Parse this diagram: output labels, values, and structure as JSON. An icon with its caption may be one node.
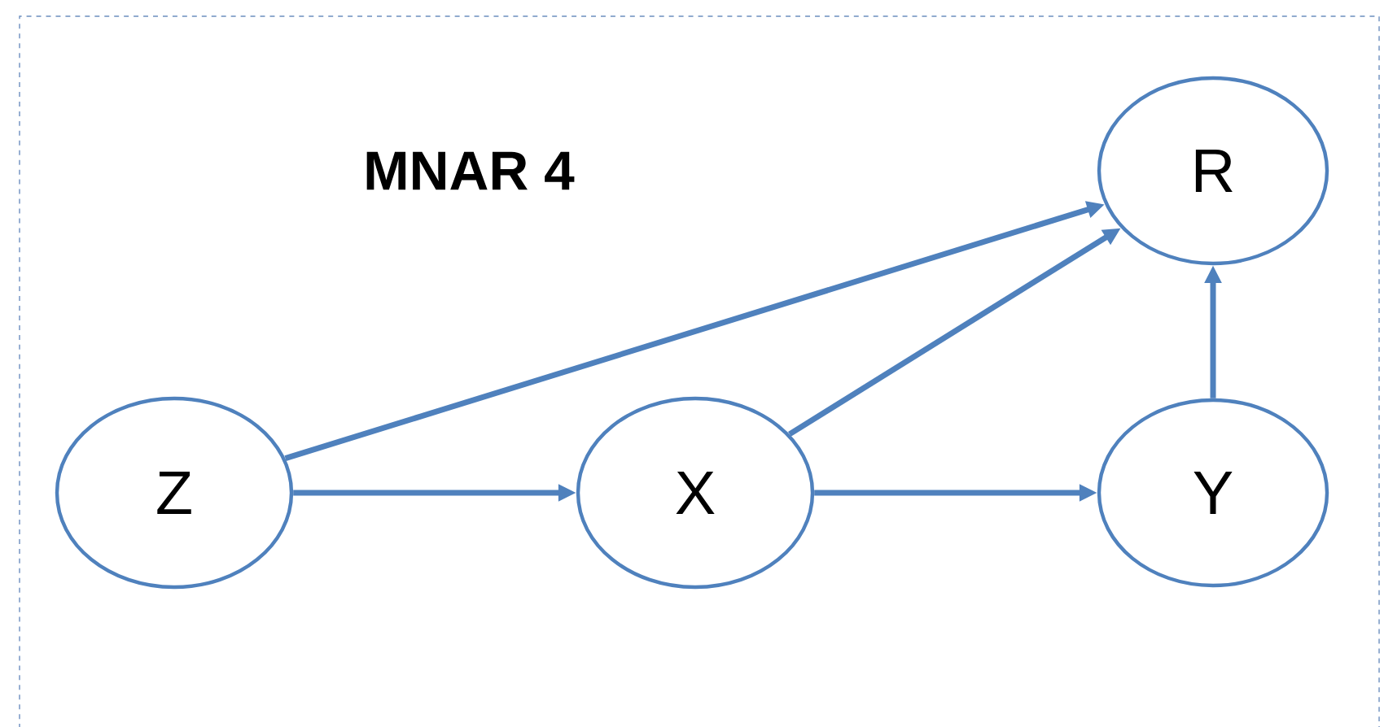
{
  "diagram": {
    "title": "MNAR 4",
    "nodes": [
      {
        "text": [
          "Z"
        ]
      },
      {
        "text": [
          "X"
        ]
      },
      {
        "text": [
          "Y"
        ]
      },
      {
        "text": [
          "R"
        ]
      }
    ],
    "edges": [
      {
        "from": 0,
        "to": 3,
        "arrow": "to"
      },
      {
        "from": 1,
        "to": 3,
        "arrow": "to"
      },
      {
        "from": 2,
        "to": 3,
        "arrow": "to"
      },
      {
        "from": 0,
        "to": 1,
        "arrow": "to"
      },
      {
        "from": 1,
        "to": 2,
        "arrow": "to"
      }
    ]
  }
}
